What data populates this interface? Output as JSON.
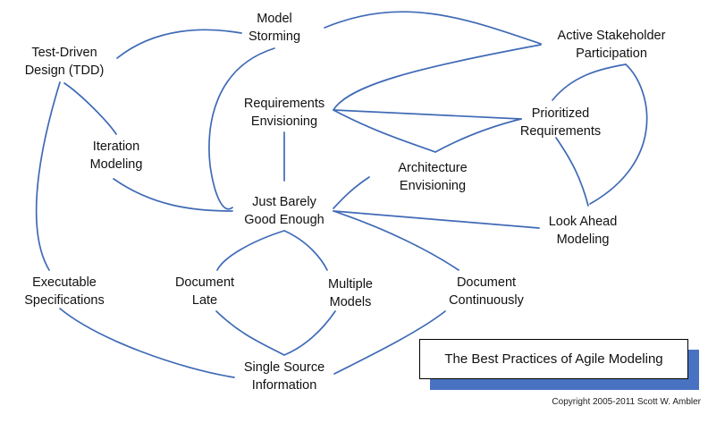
{
  "title": "The Best Practices of Agile Modeling",
  "copyright": "Copyright 2005-2011 Scott W. Ambler",
  "colors": {
    "line": "#3f6ab5",
    "shadow": "#4a72c2",
    "text": "#111111"
  },
  "nodes": [
    {
      "id": "model-storming",
      "lines": [
        "Model",
        "Storming"
      ]
    },
    {
      "id": "active-stakeholder-participation",
      "lines": [
        "Active Stakeholder",
        "Participation"
      ]
    },
    {
      "id": "test-driven-design",
      "lines": [
        "Test-Driven",
        "Design (TDD)"
      ]
    },
    {
      "id": "requirements-envisioning",
      "lines": [
        "Requirements",
        "Envisioning"
      ]
    },
    {
      "id": "prioritized-requirements",
      "lines": [
        "Prioritized",
        "Requirements"
      ]
    },
    {
      "id": "iteration-modeling",
      "lines": [
        "Iteration",
        "Modeling"
      ]
    },
    {
      "id": "architecture-envisioning",
      "lines": [
        "Architecture",
        "Envisioning"
      ]
    },
    {
      "id": "just-barely-good-enough",
      "lines": [
        "Just Barely",
        "Good Enough"
      ]
    },
    {
      "id": "look-ahead-modeling",
      "lines": [
        "Look Ahead",
        "Modeling"
      ]
    },
    {
      "id": "executable-specifications",
      "lines": [
        "Executable",
        "Specifications"
      ]
    },
    {
      "id": "document-late",
      "lines": [
        "Document",
        "Late"
      ]
    },
    {
      "id": "multiple-models",
      "lines": [
        "Multiple",
        "Models"
      ]
    },
    {
      "id": "document-continuously",
      "lines": [
        "Document",
        "Continuously"
      ]
    },
    {
      "id": "single-source-information",
      "lines": [
        "Single Source",
        "Information"
      ]
    }
  ]
}
